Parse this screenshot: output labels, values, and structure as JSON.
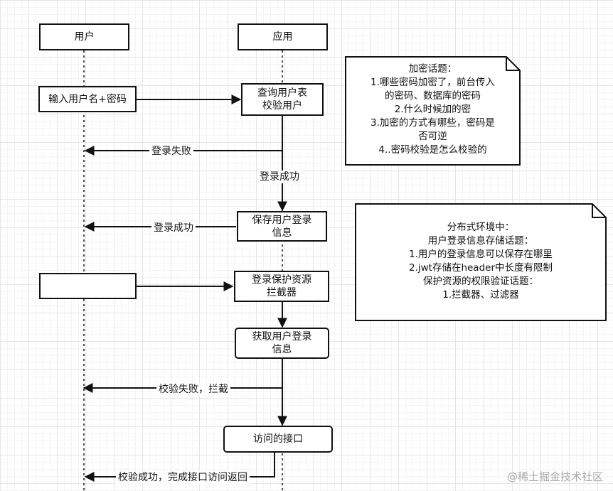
{
  "participants": {
    "user": "用户",
    "app": "应用"
  },
  "boxes": {
    "login_input": "输入用户名+密码",
    "query_user": "查询用户表\n校验用户",
    "save_info": "保存用户登录\n信息",
    "blank_request": "",
    "protect_resource": "登录保护资源\n拦截器",
    "get_info": "获取用户登录\n信息",
    "access_api": "访问的接口"
  },
  "messages": {
    "login_fail": "登录失败",
    "login_success_down": "登录成功",
    "login_success_back": "登录成功",
    "verify_fail": "校验失败，拦截",
    "verify_success": "校验成功，完成接口访问返回"
  },
  "notes": {
    "encryption": [
      "加密话题：",
      "1.哪些密码加密了，前台传入",
      "的密码、数据库的密码",
      "2.什么时候加的密",
      "3.加密的方式有哪些，密码是",
      "否可逆",
      "4..密码校验是怎么校验的"
    ],
    "distributed": [
      "分布式环境中：",
      "用户登录信息存储话题：",
      "1.用户的登录信息可以保存在哪里",
      "2.jwt存储在header中长度有限制",
      "保护资源的权限验证话题：",
      "1.拦截器、过滤器"
    ]
  },
  "watermark": "@稀土掘金技术社区",
  "colors": {
    "stroke": "#111111",
    "grid": "#e6e6e6",
    "watermark": "#a8a8a8"
  }
}
